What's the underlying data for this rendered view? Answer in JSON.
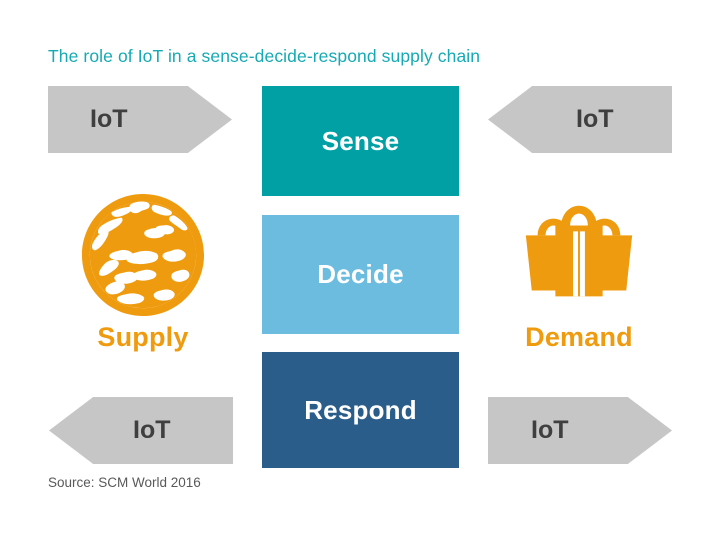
{
  "title": "The role of IoT in a sense-decide-respond supply chain",
  "colors": {
    "title_teal": "#15AAB4",
    "sense": "#00A0A5",
    "decide": "#6CBCE0",
    "respond": "#2B5D8A",
    "arrow_gray": "#C6C6C6",
    "arrow_text": "#3F3F3F",
    "orange": "#EF9B0F",
    "source_text": "#595959",
    "background": "#FFFFFF"
  },
  "stages": [
    {
      "label": "Sense",
      "color": "#00A0A5"
    },
    {
      "label": "Decide",
      "color": "#6CBCE0"
    },
    {
      "label": "Respond",
      "color": "#2B5D8A"
    }
  ],
  "arrows": [
    {
      "label": "IoT",
      "direction": "right",
      "position": "top-left"
    },
    {
      "label": "IoT",
      "direction": "left",
      "position": "top-right"
    },
    {
      "label": "IoT",
      "direction": "left",
      "position": "bottom-left"
    },
    {
      "label": "IoT",
      "direction": "right",
      "position": "bottom-right"
    }
  ],
  "sides": {
    "supply": {
      "label": "Supply",
      "icon": "globe-icon"
    },
    "demand": {
      "label": "Demand",
      "icon": "shopping-bags-icon"
    }
  },
  "source": "Source: SCM World 2016"
}
